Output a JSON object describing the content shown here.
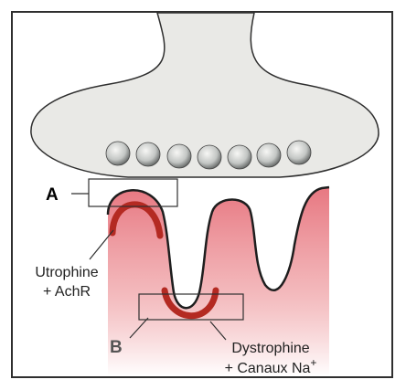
{
  "figure": {
    "labels": {
      "box_a": "A",
      "box_b": "B",
      "utrophine_line1": "Utrophine",
      "utrophine_line2": "+ AchR",
      "dystrophine_line1": "Dystrophine",
      "dystrophine_line2": "+ Canaux Na",
      "dystrophine_sup": "+"
    },
    "colors": {
      "frame": "#2f2f2f",
      "terminal_fill": "#e9e9e6",
      "vesicle": "#bfc2c0",
      "gradient_top": "#e6707a",
      "gradient_bottom": "#ffffff",
      "protein_band": "#b42a22"
    }
  }
}
